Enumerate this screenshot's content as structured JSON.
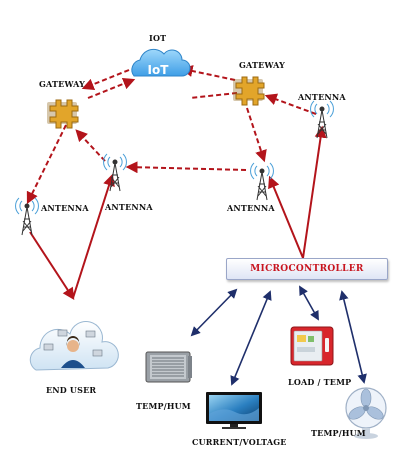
{
  "diagram": {
    "iot_label": "IOT",
    "iot_cloud_text": "IoT",
    "gateway_left_label": "GATEWAY",
    "gateway_right_label": "GATEWAY",
    "antenna_top_right_label": "ANTENNA",
    "antenna_left_label": "ANTENNA",
    "antenna_middle_label": "ANTENNA",
    "antenna_right_label": "ANTENNA",
    "microcontroller_label": "MICROCONTROLLER",
    "end_user_label": "END USER",
    "ac_label": "TEMP/HUM",
    "tv_label": "CURRENT/VOLTAGE",
    "fridge_label": "LOAD / TEMP",
    "fan_label": "TEMP/HUM"
  },
  "colors": {
    "link_red": "#b3141b",
    "link_navy": "#1f2f6b",
    "gateway_gold": "#e2a52a",
    "cloud_blue": "#5fb7ef",
    "mc_text": "#c8141e"
  }
}
